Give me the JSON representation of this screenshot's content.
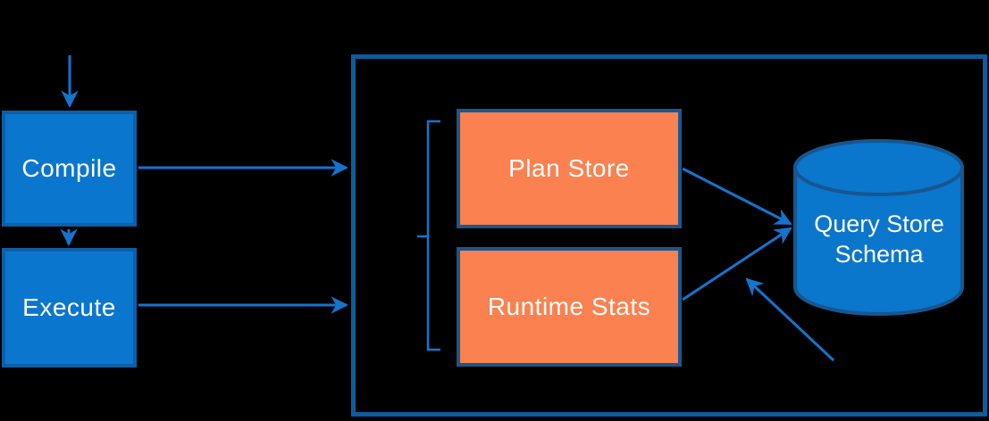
{
  "diagram": {
    "nodes": {
      "compile": {
        "label": "Compile"
      },
      "execute": {
        "label": "Execute"
      },
      "plan_store": {
        "label": "Plan Store"
      },
      "runtime_stats": {
        "label": "Runtime Stats"
      },
      "query_store_schema": {
        "label": "Query Store\nSchema"
      }
    },
    "edges": [
      {
        "from": "external-top",
        "to": "compile",
        "style": "arrow"
      },
      {
        "from": "compile",
        "to": "execute",
        "style": "arrow"
      },
      {
        "from": "compile",
        "to": "query-store-container",
        "style": "arrow"
      },
      {
        "from": "execute",
        "to": "query-store-container",
        "style": "arrow"
      },
      {
        "from": "plan_store",
        "to": "query_store_schema",
        "style": "arrow"
      },
      {
        "from": "runtime_stats",
        "to": "query_store_schema",
        "style": "arrow"
      },
      {
        "from": "external-bottom-right",
        "to": "query_store_schema",
        "style": "arrow"
      }
    ],
    "grouping": {
      "bracket_groups": [
        "plan_store",
        "runtime_stats"
      ]
    },
    "colors": {
      "background": "#000000",
      "blue_node_fill": "#0B76CE",
      "blue_node_border": "#0D5FA6",
      "orange_node_fill": "#FB8150",
      "orange_node_border": "#1A578F",
      "container_border": "#0C5C9E",
      "cylinder_fill": "#0A76CC",
      "cylinder_border": "#17568F",
      "connector": "#1474CE",
      "label_text": "#FFFFFF"
    }
  }
}
